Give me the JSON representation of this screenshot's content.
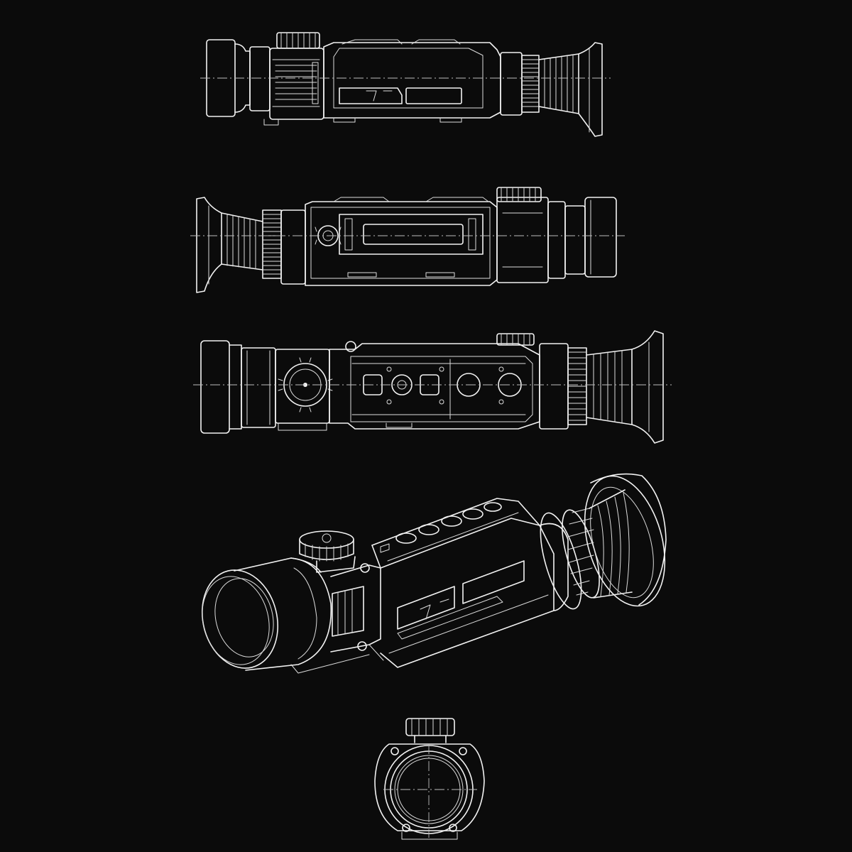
{
  "drawing": {
    "subject": "scope-technical-drawing",
    "line_color": "#f2f2f2",
    "background_color": "#0b0b0b",
    "views": [
      {
        "id": "side-left",
        "kind": "elevation"
      },
      {
        "id": "side-right",
        "kind": "elevation"
      },
      {
        "id": "top",
        "kind": "plan"
      },
      {
        "id": "perspective",
        "kind": "isometric"
      },
      {
        "id": "front",
        "kind": "end-view"
      }
    ]
  }
}
